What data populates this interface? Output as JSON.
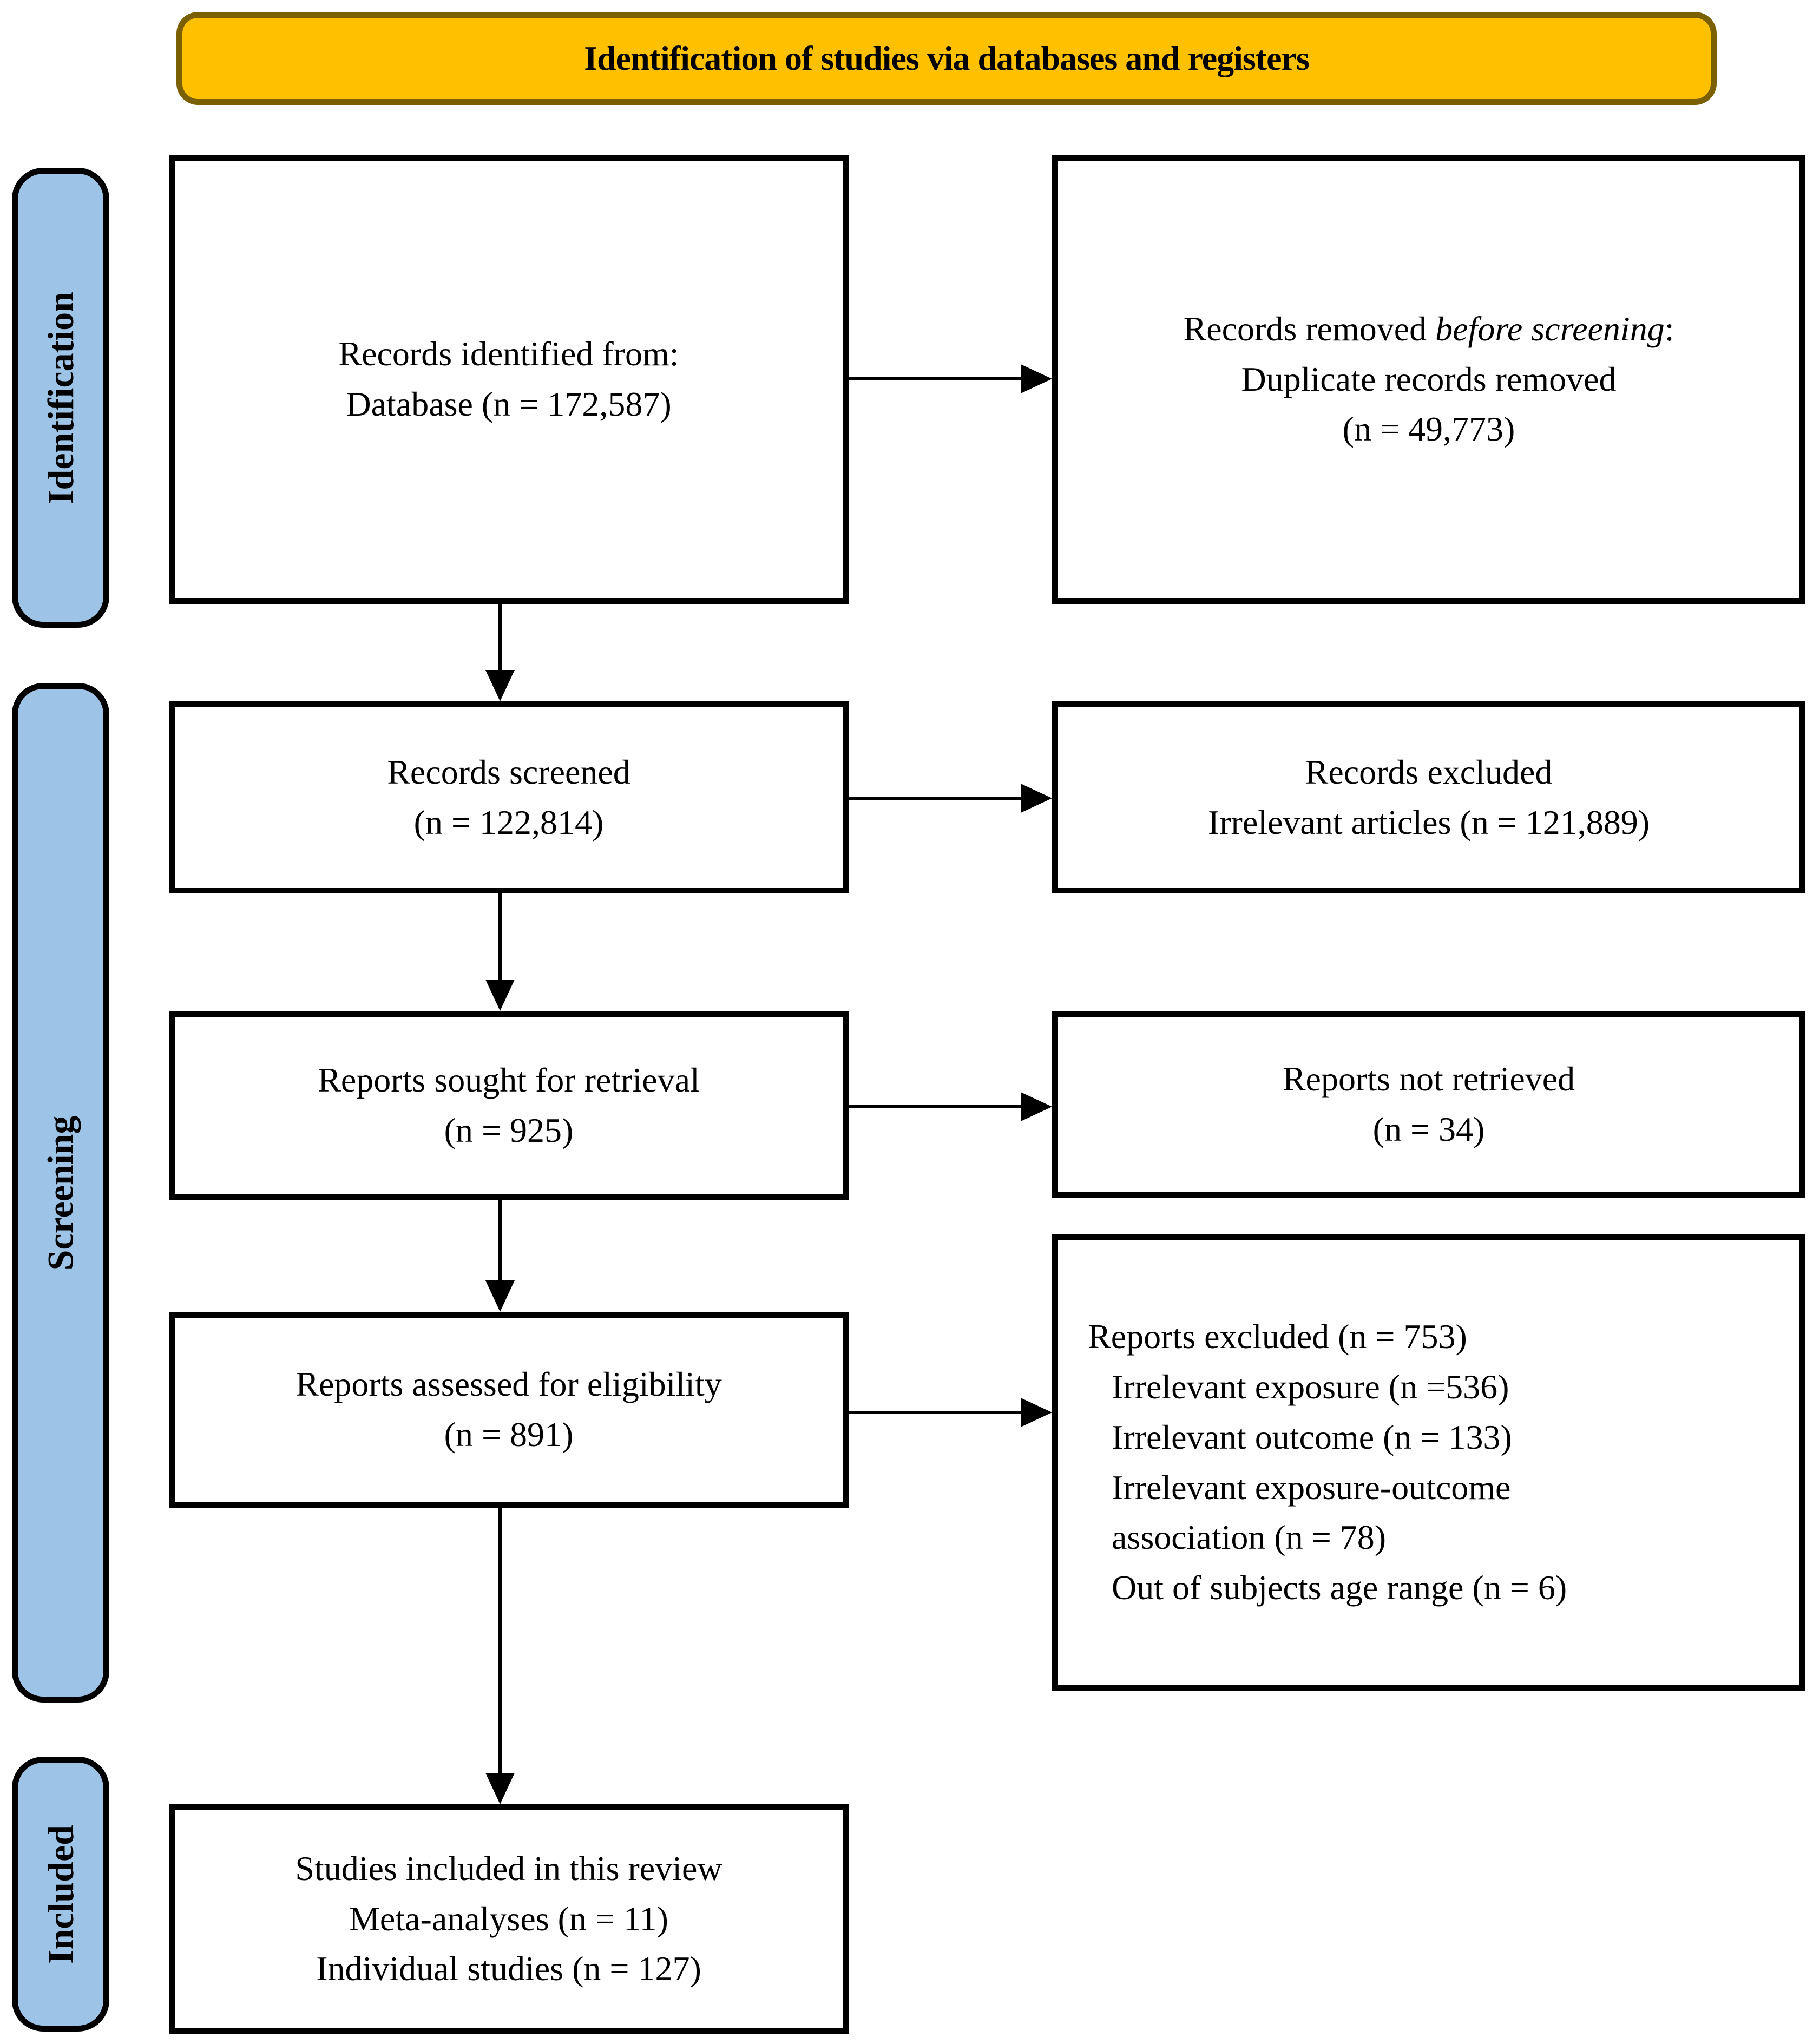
{
  "header": {
    "title": "Identification of studies via databases and registers"
  },
  "sidebar": {
    "identification": "Identification",
    "screening": "Screening",
    "included": "Included"
  },
  "boxes": {
    "records_identified": {
      "lines": [
        "Records identified from:",
        "Database (n = 172,587)"
      ]
    },
    "records_removed": {
      "line1_pre": "Records removed ",
      "line1_italic": "before screening",
      "line1_post": ":",
      "line2": "Duplicate records removed",
      "line3": "(n = 49,773)"
    },
    "records_screened": {
      "lines": [
        "Records screened",
        "(n = 122,814)"
      ]
    },
    "records_excluded": {
      "lines": [
        "Records excluded",
        "Irrelevant articles (n = 121,889)"
      ]
    },
    "reports_sought": {
      "lines": [
        "Reports sought for retrieval",
        "(n = 925)"
      ]
    },
    "reports_not_retrieved": {
      "lines": [
        "Reports not retrieved",
        "(n = 34)"
      ]
    },
    "reports_assessed": {
      "lines": [
        "Reports assessed for eligibility",
        "(n = 891)"
      ]
    },
    "reports_excluded": {
      "title": "Reports excluded (n = 753)",
      "items": [
        "Irrelevant exposure (n =536)",
        "Irrelevant outcome (n = 133)",
        "Irrelevant exposure-outcome\nassociation (n = 78)",
        "Out of subjects age range (n = 6)"
      ]
    },
    "studies_included": {
      "lines": [
        "Studies included in this review",
        "Meta-analyses (n = 11)",
        "Individual studies (n = 127)"
      ]
    }
  },
  "colors": {
    "banner_fill": "#FFC000",
    "banner_border": "#7A6000",
    "stage_fill": "#9DC3E6",
    "line_color": "#000000"
  }
}
